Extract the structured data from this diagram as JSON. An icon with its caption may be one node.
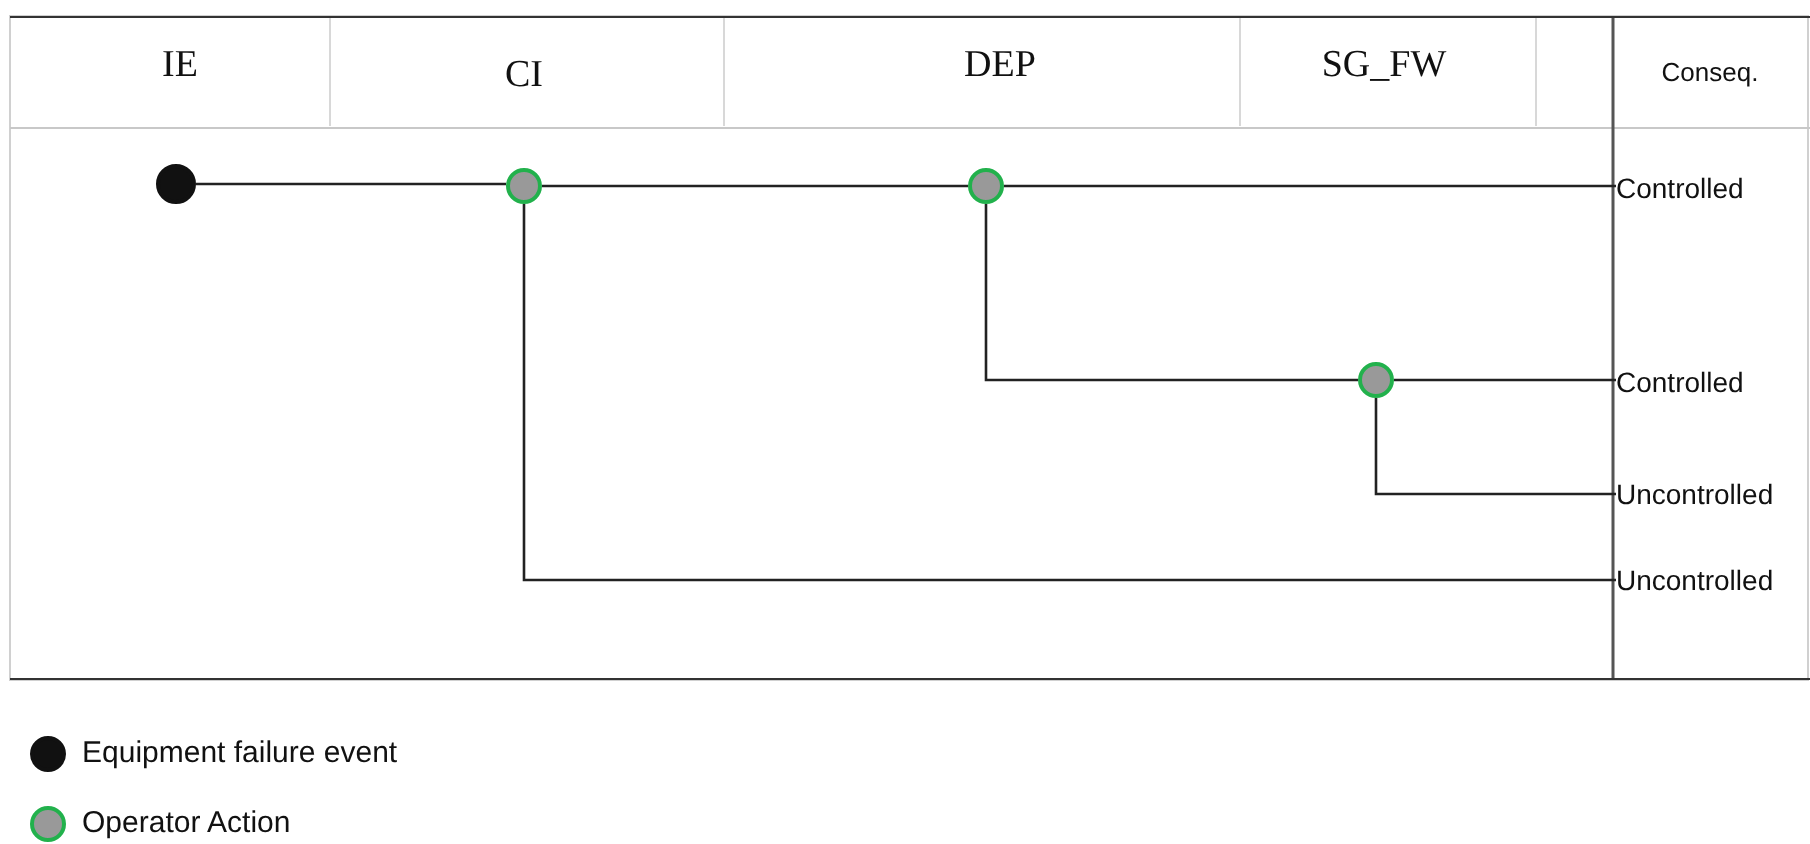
{
  "diagram": {
    "nodes": [
      {
        "text": [],
        "shape": "circle"
      },
      {
        "text": [],
        "shape": "circle"
      },
      {
        "text": [],
        "shape": "circle"
      },
      {
        "text": [],
        "shape": "circle"
      },
      {
        "text": [
          "Controlled"
        ]
      },
      {
        "text": [
          "Controlled"
        ]
      },
      {
        "text": [
          "Uncontrolled"
        ]
      },
      {
        "text": [
          "Uncontrolled"
        ]
      }
    ],
    "edges": [
      {
        "from": 0,
        "to": 1,
        "arrow": "none"
      },
      {
        "from": 1,
        "to": 2,
        "arrow": "none"
      },
      {
        "from": 2,
        "to": 4,
        "arrow": "none"
      },
      {
        "from": 2,
        "to": 3,
        "arrow": "none"
      },
      {
        "from": 3,
        "to": 5,
        "arrow": "none"
      },
      {
        "from": 3,
        "to": 6,
        "arrow": "none"
      },
      {
        "from": 1,
        "to": 7,
        "arrow": "none"
      }
    ],
    "labels": [
      "IE",
      "CI",
      "DEP",
      "SG_FW",
      "Conseq."
    ],
    "legend": [
      {
        "text": "Equipment failure event",
        "color": "#111111"
      },
      {
        "text": "Operator Action",
        "color": "#999999"
      }
    ]
  }
}
